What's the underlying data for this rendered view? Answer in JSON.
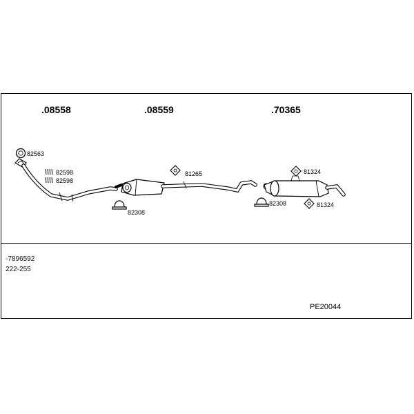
{
  "assembly": {
    "sections": [
      {
        "part_number": ".08558"
      },
      {
        "part_number": ".08559"
      },
      {
        "part_number": ".70365"
      }
    ],
    "components": {
      "gasket": "82563",
      "spring_a": "82598",
      "spring_b": "82598",
      "clamp_1": "82308",
      "rubber_1": "81265",
      "clamp_2": "82308",
      "rubber_2": "81324",
      "rubber_3": "81324"
    }
  },
  "footer": {
    "ref_1": "-7896592",
    "ref_2": "222-255",
    "system_code": "PE20044"
  }
}
